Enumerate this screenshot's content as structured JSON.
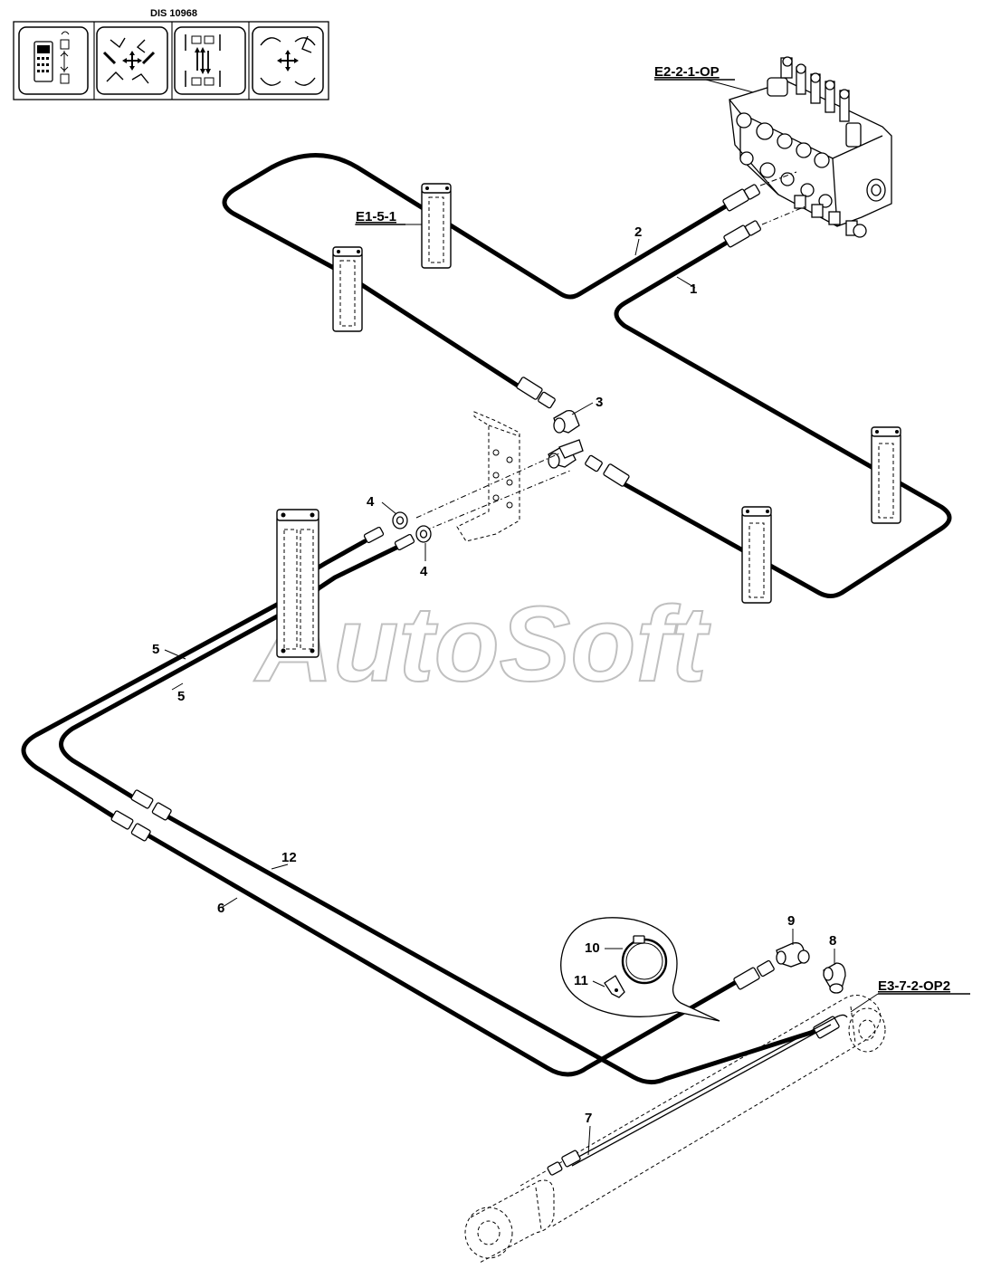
{
  "header": {
    "code": "DIS 10968",
    "icons": [
      "remote-control-icon",
      "excavator-functions-icon",
      "bidirectional-flow-icon",
      "excavator-motion-icon"
    ]
  },
  "watermark": "AutoSoft",
  "references": {
    "control_valve": "E2-2-1-OP",
    "clamp_block": "E1-5-1",
    "cylinder": "E3-7-2-OP2"
  },
  "part_labels": {
    "p1": "1",
    "p2": "2",
    "p3": "3",
    "p4a": "4",
    "p4b": "4",
    "p5a": "5",
    "p5b": "5",
    "p6": "6",
    "p7": "7",
    "p8": "8",
    "p9": "9",
    "p10": "10",
    "p11": "11",
    "p12": "12"
  }
}
